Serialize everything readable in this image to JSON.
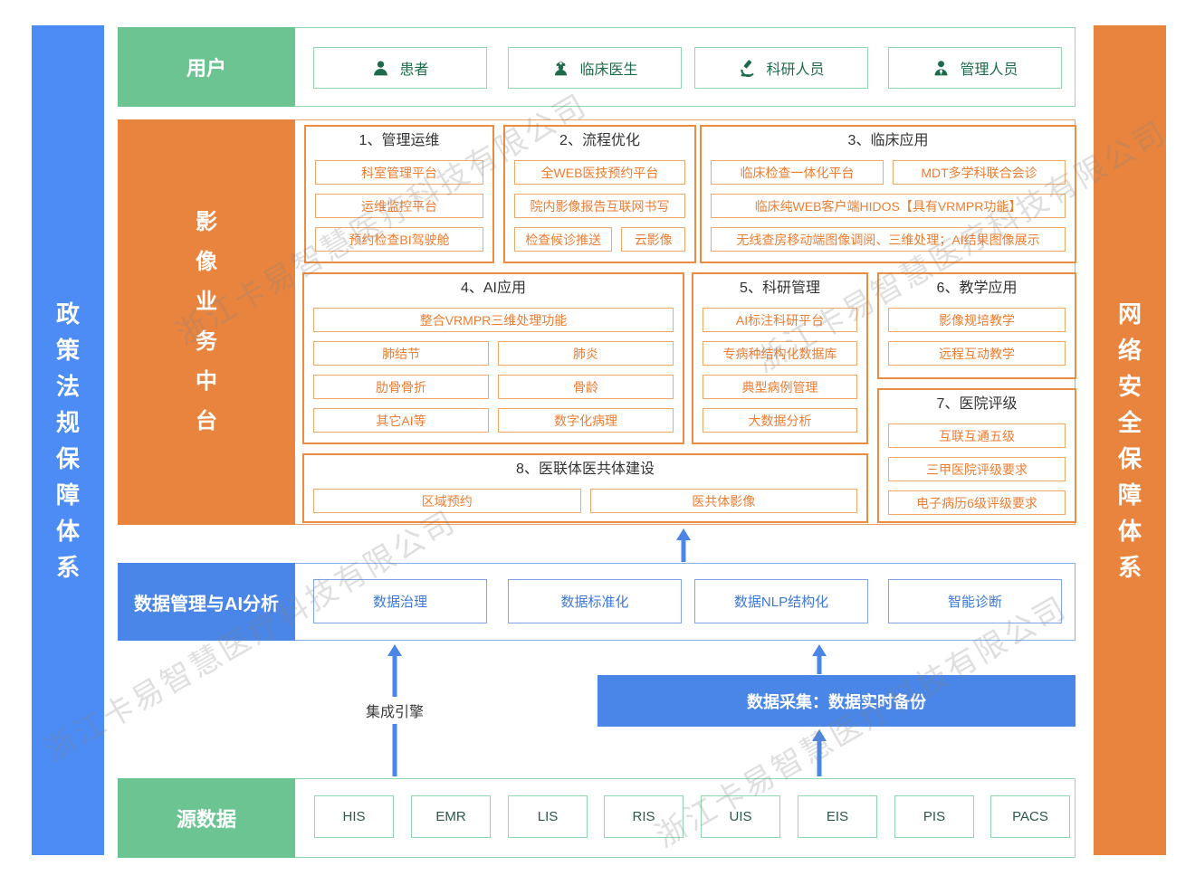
{
  "watermark": {
    "text": "浙江卡易智慧医疗科技有限公司"
  },
  "colors": {
    "primary_blue": "#4a86e8",
    "bar_blue": "#4d8cf5",
    "green": "#6cc493",
    "orange": "#e8843e",
    "orange_text": "#ed7d31",
    "dark_green_text": "#1d6b4a",
    "blue_text": "#3c78d8"
  },
  "side_bars": {
    "left": "政策法规保障体系",
    "right": "网络安全保障体系"
  },
  "users": {
    "label": "用户",
    "items": [
      {
        "icon": "patient-icon",
        "label": "患者"
      },
      {
        "icon": "doctor-icon",
        "label": "临床医生"
      },
      {
        "icon": "researcher-icon",
        "label": "科研人员"
      },
      {
        "icon": "admin-icon",
        "label": "管理人员"
      }
    ]
  },
  "platform": {
    "label": "影像业务中台",
    "groups": [
      {
        "title": "1、管理运维",
        "items": [
          "科室管理平台",
          "运维监控平台",
          "预约检查BI驾驶舱"
        ]
      },
      {
        "title": "2、流程优化",
        "items": [
          "全WEB医技预约平台",
          "院内影像报告互联网书写",
          "检查候诊推送",
          "云影像"
        ]
      },
      {
        "title": "3、临床应用",
        "items": [
          "临床检查一体化平台",
          "MDT多学科联合会诊",
          "临床纯WEB客户端HIDOS【具有VRMPR功能】",
          "无线查房移动端图像调阅、三维处理；AI结果图像展示"
        ]
      },
      {
        "title": "4、AI应用",
        "items": [
          "整合VRMPR三维处理功能",
          "肺结节",
          "肺炎",
          "肋骨骨折",
          "骨龄",
          "其它AI等",
          "数字化病理"
        ]
      },
      {
        "title": "5、科研管理",
        "items": [
          "AI标注科研平台",
          "专病种结构化数据库",
          "典型病例管理",
          "大数据分析"
        ]
      },
      {
        "title": "6、教学应用",
        "items": [
          "影像规培教学",
          "远程互动教学"
        ]
      },
      {
        "title": "7、医院评级",
        "items": [
          "互联互通五级",
          "三甲医院评级要求",
          "电子病历6级评级要求"
        ]
      },
      {
        "title": "8、医联体医共体建设",
        "items": [
          "区域预约",
          "医共体影像"
        ]
      }
    ]
  },
  "data_mgmt": {
    "label": "数据管理与AI分析",
    "items": [
      "数据治理",
      "数据标准化",
      "数据NLP结构化",
      "智能诊断"
    ]
  },
  "integration": {
    "engine_label": "集成引擎",
    "collection_label": "数据采集：数据实时备份"
  },
  "source_data": {
    "label": "源数据",
    "items": [
      "HIS",
      "EMR",
      "LIS",
      "RIS",
      "UIS",
      "EIS",
      "PIS",
      "PACS"
    ]
  }
}
